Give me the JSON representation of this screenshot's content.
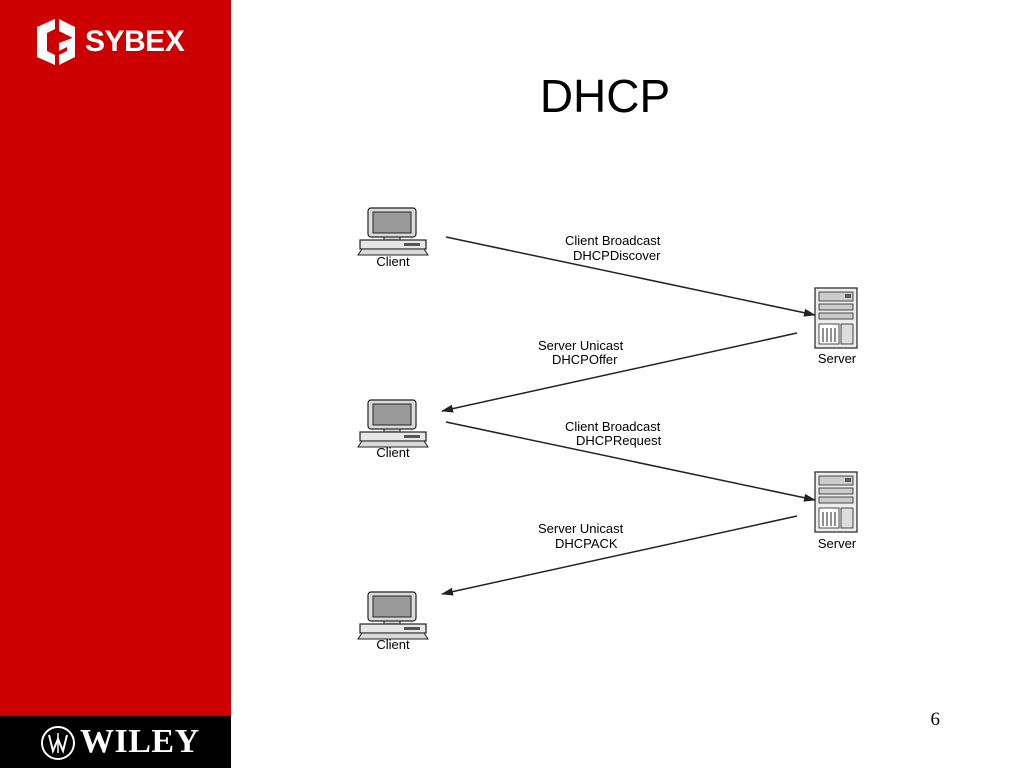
{
  "slide": {
    "title": "DHCP",
    "page_number": "6"
  },
  "branding": {
    "top_logo": "SYBEX",
    "bottom_logo": "WILEY",
    "sidebar_color": "#cc0000",
    "footer_color": "#000000"
  },
  "diagram": {
    "clients": [
      {
        "label": "Client"
      },
      {
        "label": "Client"
      },
      {
        "label": "Client"
      }
    ],
    "servers": [
      {
        "label": "Server"
      },
      {
        "label": "Server"
      }
    ],
    "messages": [
      {
        "line1": "Client Broadcast",
        "line2": "DHCPDiscover"
      },
      {
        "line1": "Server Unicast",
        "line2": "DHCPOffer"
      },
      {
        "line1": "Client Broadcast",
        "line2": "DHCPRequest"
      },
      {
        "line1": "Server Unicast",
        "line2": "DHCPACK"
      }
    ]
  }
}
